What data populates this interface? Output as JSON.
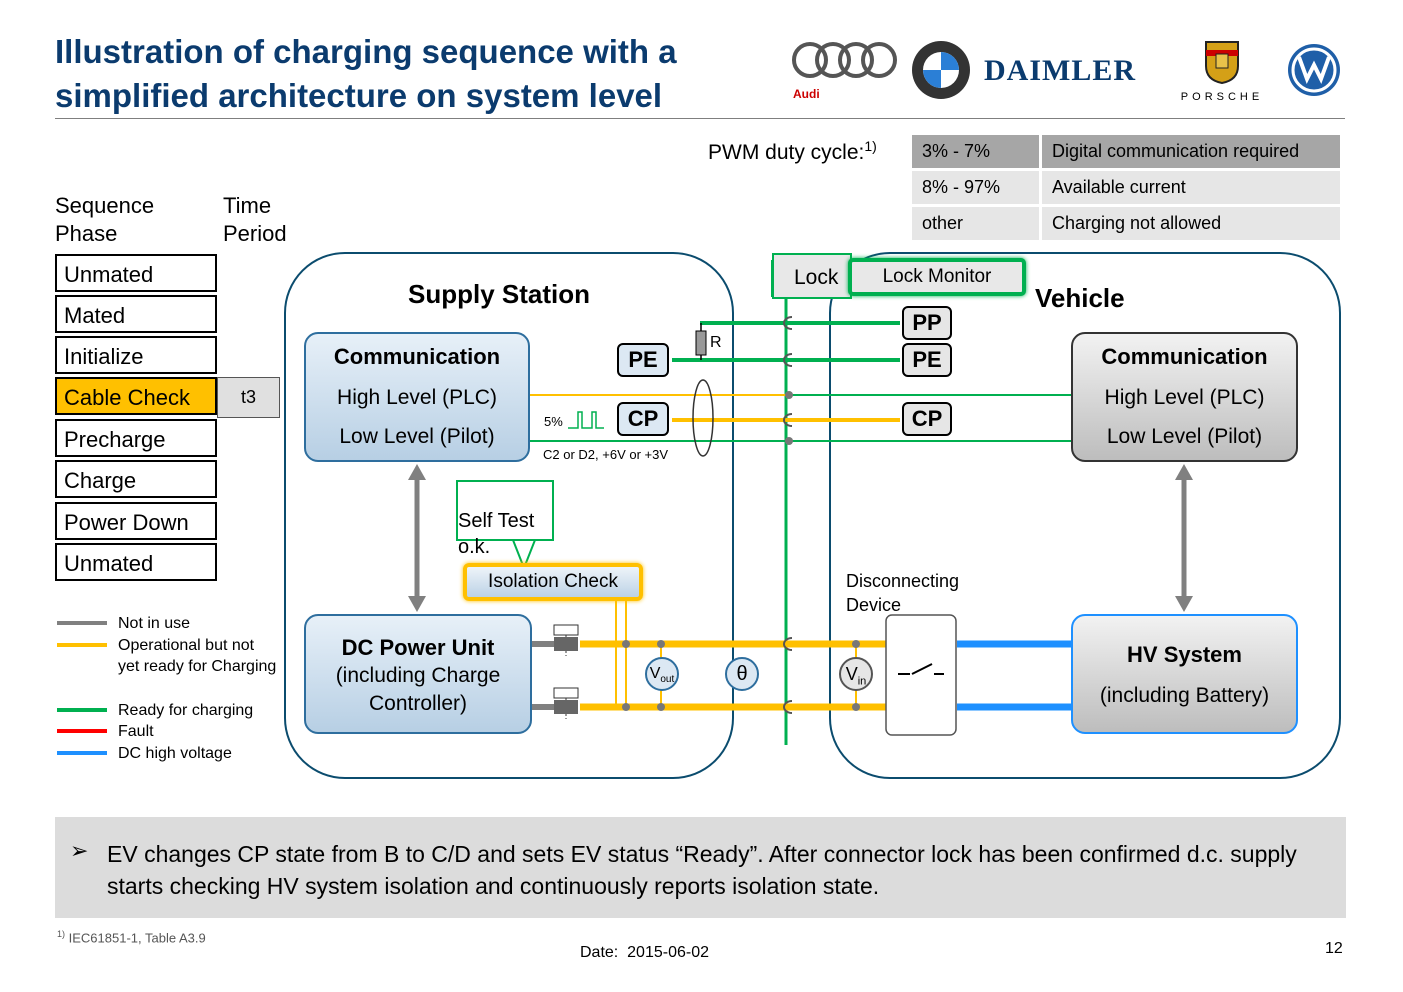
{
  "title": "Illustration of charging sequence with a\nsimplified architecture on system level",
  "logos": {
    "audi": "Audi",
    "daimler": "DAIMLER",
    "porsche": "PORSCHE",
    "bmw": "B M W"
  },
  "pwm": {
    "label": "PWM duty cycle:",
    "footnote_mark": "1)",
    "rows": [
      {
        "range": "3% - 7%",
        "meaning": "Digital communication required",
        "bg": "#a6a6a6"
      },
      {
        "range": "8% - 97%",
        "meaning": "Available current",
        "bg": "#e6e6e6"
      },
      {
        "range": "other",
        "meaning": "Charging not allowed",
        "bg": "#e6e6e6"
      }
    ]
  },
  "sequence": {
    "phase_header": "Sequence\nPhase",
    "time_header": "Time\nPeriod",
    "phases": [
      "Unmated",
      "Mated",
      "Initialize",
      "Cable Check",
      "Precharge",
      "Charge",
      "Power Down",
      "Unmated"
    ],
    "active_index": 3,
    "active_color": "#ffc000",
    "active_time": "t3"
  },
  "legend": [
    {
      "label": "Not in use",
      "color": "#808080"
    },
    {
      "label": "Operational but not yet ready for Charging",
      "color": "#ffc000"
    },
    {
      "label": "Ready for charging",
      "color": "#00b050"
    },
    {
      "label": "Fault",
      "color": "#ff0000"
    },
    {
      "label": "DC high voltage",
      "color": "#1e90ff"
    }
  ],
  "diagram": {
    "supply_station": "Supply Station",
    "vehicle": "Vehicle",
    "lock": "Lock",
    "lock_monitor": "Lock Monitor",
    "comm_title": "Communication",
    "high_level": "High Level (PLC)",
    "low_level": "Low Level (Pilot)",
    "pe": "PE",
    "cp": "CP",
    "pp": "PP",
    "r": "R",
    "pwm_5": "5%",
    "cp_state": "C2 or D2, +6V or +3V",
    "self_test": "Self Test\no.k.",
    "isolation_check": "Isolation Check",
    "dc_power_unit": "DC Power Unit",
    "dc_power_sub": "(including Charge Controller)",
    "hv_system": "HV System",
    "hv_sub": "(including Battery)",
    "disconnecting": "Disconnecting\nDevice",
    "vout": "V",
    "vout_sub": "out",
    "vin": "V",
    "vin_sub": "in",
    "theta": "θ"
  },
  "bullet": "EV changes CP state from B to C/D and sets EV status “Ready”. After connector lock has been confirmed d.c. supply starts checking HV system isolation and continuously reports isolation state.",
  "footer": {
    "footnote": "IEC61851-1, Table A3.9",
    "footnote_mark": "1)",
    "date_label": "Date:",
    "date": "2015-06-02",
    "page": "12"
  }
}
